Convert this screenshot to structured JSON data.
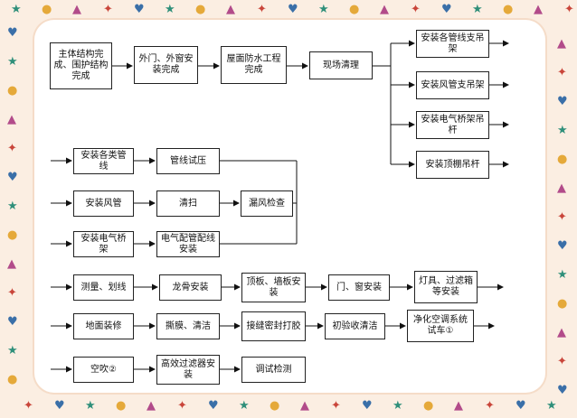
{
  "diagram": {
    "nodes": {
      "main_structure": "主体结构完成、围护结构完成",
      "doors_windows": "外门、外窗安装完成",
      "roof": "屋面防水工程完成",
      "site_clean": "现场清理",
      "pipe_hangers": "安装各管线支吊架",
      "duct_hangers": "安装风管支吊架",
      "tray_hangers": "安装电气桥架吊杆",
      "ceiling_hangers": "安装顶棚吊杆",
      "install_pipes": "安装各类管线",
      "pipe_test": "管线试压",
      "install_duct": "安装风管",
      "sweep": "清扫",
      "leak_check": "漏风检查",
      "install_tray": "安装电气桥架",
      "wiring": "电气配管配线安装",
      "survey": "测量、划线",
      "keel": "龙骨安装",
      "panels": "顶板、墙板安装",
      "door_window_install": "门、窗安装",
      "lamps_filters": "灯具、过滤箱等安装",
      "floor": "地面装修",
      "film_clean": "撕膜、清洁",
      "seal_glue": "接缝密封打胶",
      "initial_clean": "初验收清洁",
      "trial_run": "净化空调系统试车①",
      "blow": "空吹②",
      "hepa": "高效过滤器安装",
      "debug": "调试检测"
    }
  }
}
